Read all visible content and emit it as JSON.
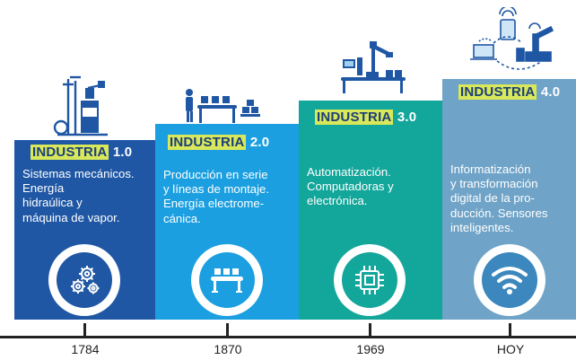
{
  "stages": [
    {
      "label_word": "INDUSTRIA",
      "label_num": "1.0",
      "desc_lines": [
        "Sistemas mecánicos.",
        "Energía",
        "hidraúlica y",
        "máquina de vapor."
      ],
      "year": "1784",
      "color": "#1f57a4",
      "inner_color": "#1f57a4",
      "top_icon": "water-mill-icon",
      "circle_icon": "gears-icon"
    },
    {
      "label_word": "INDUSTRIA",
      "label_num": "2.0",
      "desc_lines": [
        "Producción en serie",
        "y líneas de montaje.",
        "Energía electrome-",
        "cánica."
      ],
      "year": "1870",
      "color": "#1b9fe0",
      "inner_color": "#1b9fe0",
      "top_icon": "assembly-line-icon",
      "circle_icon": "conveyor-icon"
    },
    {
      "label_word": "INDUSTRIA",
      "label_num": "3.0",
      "desc_lines": [
        "Automatización.",
        "Computadoras y",
        "electrónica."
      ],
      "year": "1969",
      "color": "#13a69a",
      "inner_color": "#13a69a",
      "top_icon": "robotic-arm-icon",
      "circle_icon": "chip-icon"
    },
    {
      "label_word": "INDUSTRIA",
      "label_num": "4.0",
      "desc_lines": [
        "Informatización",
        "y transformación",
        "digital de la pro-",
        "ducción. Sensores",
        "inteligentes."
      ],
      "year": "HOY",
      "color": "#6fa3c7",
      "inner_color": "#3c87bd",
      "top_icon": "connected-devices-icon",
      "circle_icon": "wifi-icon"
    }
  ]
}
